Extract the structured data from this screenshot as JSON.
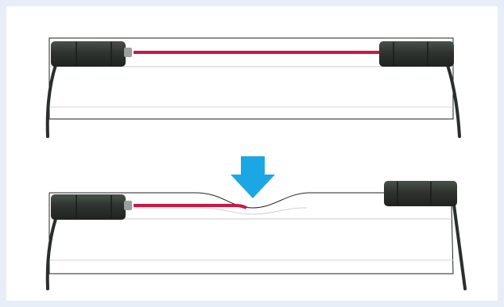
{
  "colors": {
    "background": "#e8eef7",
    "panel": "#ffffff",
    "beam": "#cc1745",
    "arrow": "#1ba7e4",
    "sensor_dark": "#2e332f",
    "sensor_mid": "#3f4540",
    "cable": "#2a2f2b",
    "outline": "#222222",
    "light_line": "#c8c8c8"
  },
  "panels": [
    {
      "state": "beam-intact",
      "beam_visible_fraction": 1.0,
      "deflected": false
    },
    {
      "state": "beam-interrupted",
      "beam_visible_fraction": 0.55,
      "deflected": true
    }
  ],
  "icons": {
    "arrow": "down-arrow-icon",
    "sensor": "sensor-head-icon"
  }
}
